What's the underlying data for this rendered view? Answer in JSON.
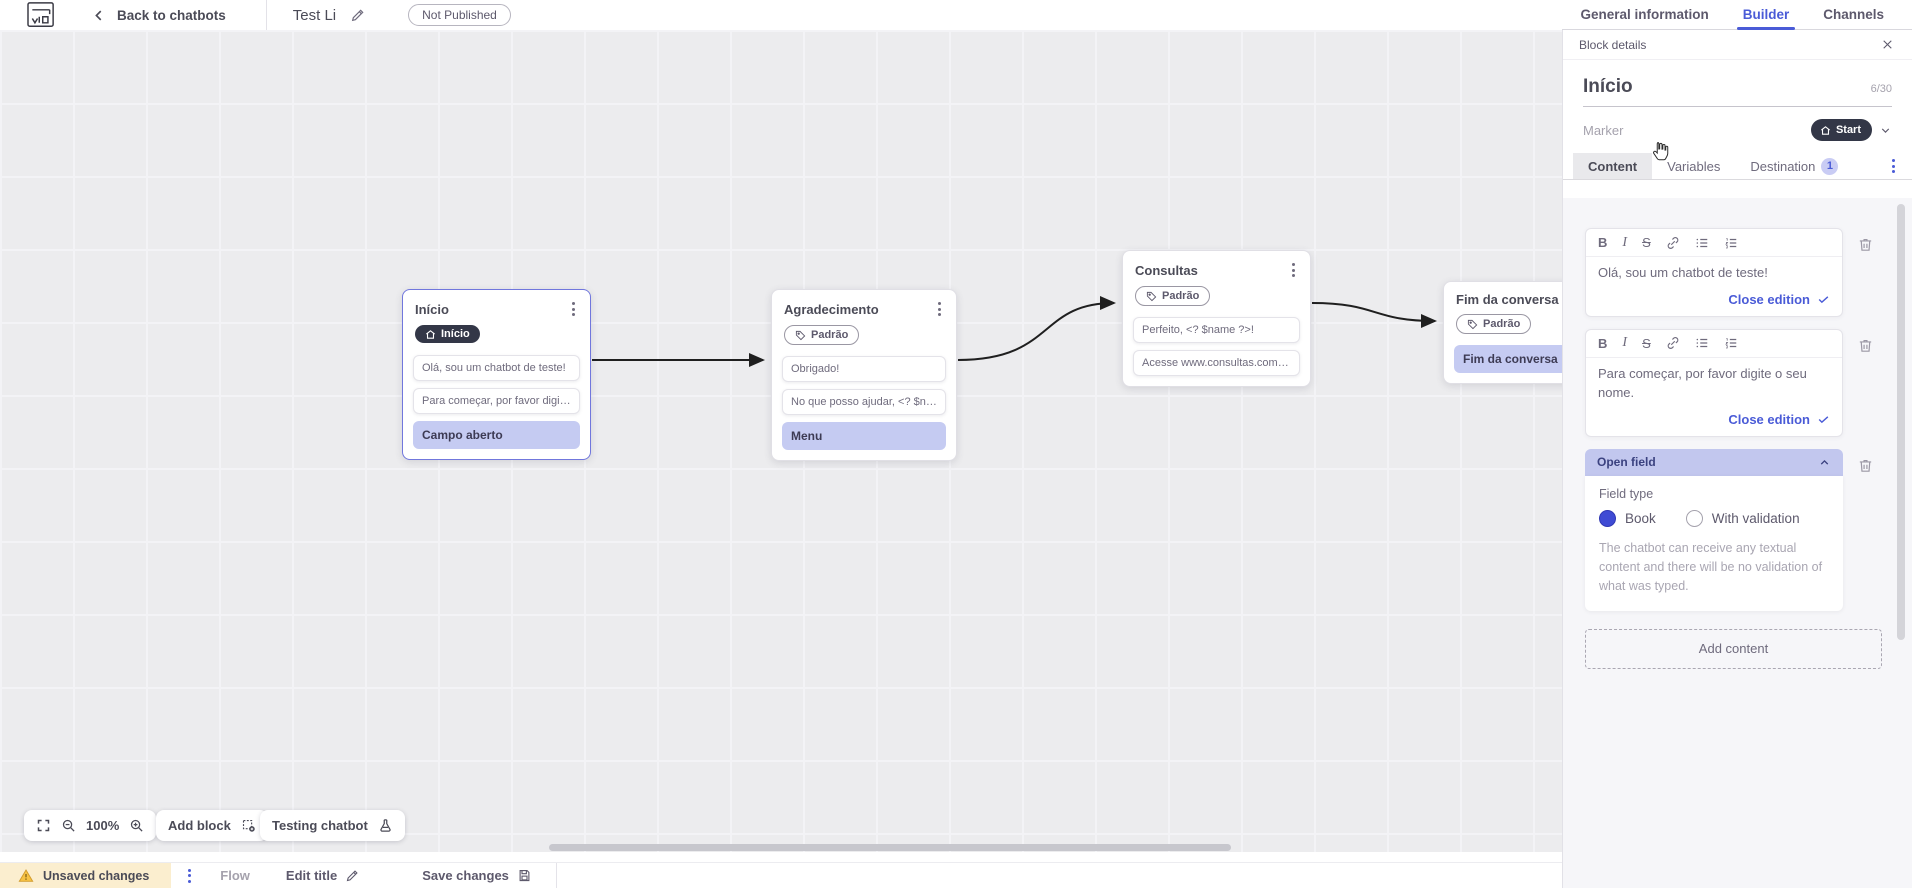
{
  "topbar": {
    "back_label": "Back to chatbots",
    "title": "Test Li",
    "status_badge": "Not Published",
    "tabs": [
      {
        "label": "General information"
      },
      {
        "label": "Builder"
      },
      {
        "label": "Channels"
      }
    ]
  },
  "panel": {
    "header_title": "Block details",
    "block_name": "Início",
    "char_counter": "6/30",
    "marker_label": "Marker",
    "marker_value": "Start",
    "tabs": [
      {
        "label": "Content"
      },
      {
        "label": "Variables"
      },
      {
        "label": "Destination",
        "badge": "1"
      }
    ],
    "editors": [
      {
        "text": "Olá, sou um chatbot de teste!",
        "close_label": "Close edition"
      },
      {
        "text": "Para começar, por favor digite o seu nome.",
        "close_label": "Close edition"
      }
    ],
    "open_field": {
      "title": "Open field",
      "field_type_label": "Field type",
      "options": [
        {
          "label": "Book",
          "selected": true
        },
        {
          "label": "With validation",
          "selected": false
        }
      ],
      "description": "The chatbot can receive any textual content and there will be no validation of what was typed."
    },
    "add_content_label": "Add content"
  },
  "canvas": {
    "zoom_level": "100%",
    "add_block_label": "Add block",
    "testing_label": "Testing chatbot",
    "blocks": [
      {
        "title": "Início",
        "badge": "Início",
        "items": [
          {
            "text": "Olá, sou um chatbot de teste!"
          },
          {
            "text": "Para começar, por favor digite o ..."
          },
          {
            "text": "Campo aberto"
          }
        ]
      },
      {
        "title": "Agradecimento",
        "badge": "Padrão",
        "items": [
          {
            "text": "Obrigado!"
          },
          {
            "text": "No que posso ajudar, <? $name ..."
          },
          {
            "text": "Menu"
          }
        ]
      },
      {
        "title": "Consultas",
        "badge": "Padrão",
        "items": [
          {
            "text": "Perfeito, <? $name ?>!"
          },
          {
            "text": "Acesse www.consultas.com par..."
          }
        ]
      },
      {
        "title": "Fim da conversa",
        "badge": "Padrão",
        "items": [
          {
            "text": "Fim da conversa"
          }
        ]
      }
    ]
  },
  "statusbar": {
    "unsaved_label": "Unsaved changes",
    "flow_label": "Flow",
    "edit_title_label": "Edit title",
    "save_label": "Save changes"
  },
  "icons": {
    "bold": "B",
    "italic": "I",
    "strike": "S"
  },
  "colors": {
    "accent": "#4a5bd7",
    "dark_pill": "#333747",
    "lavender": "#c5cbf2",
    "warning_bg": "#fbeecf",
    "canvas_bg": "#ececee"
  }
}
